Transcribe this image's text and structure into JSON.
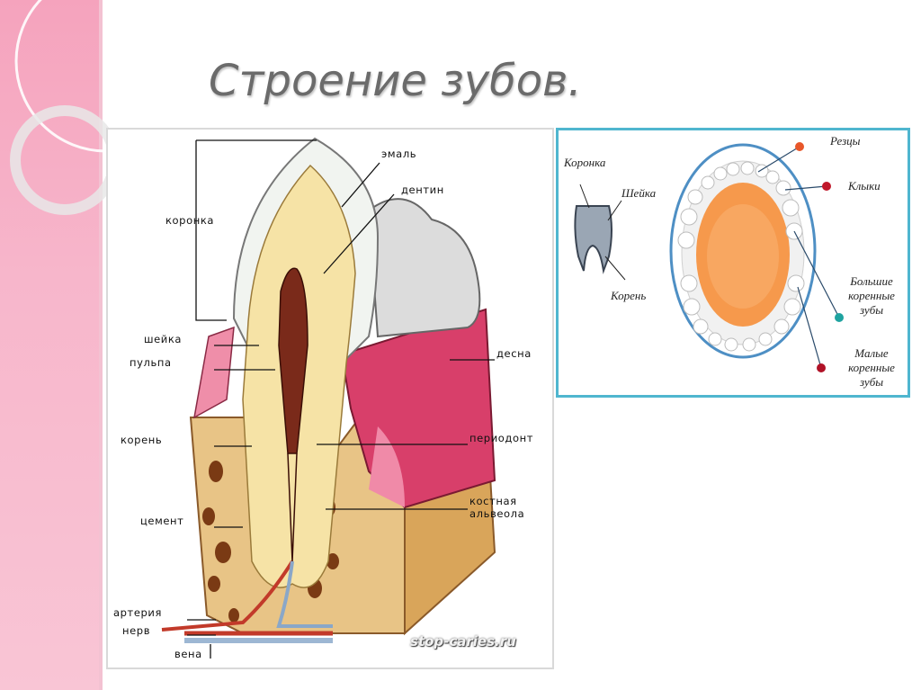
{
  "title": "Строение зубов.",
  "left_diagram": {
    "labels": {
      "crown": "коронка",
      "enamel": "эмаль",
      "dentin": "дентин",
      "neck": "шейка",
      "pulp": "пульпа",
      "gum": "десна",
      "root": "корень",
      "periodont": "периодонт",
      "cement": "цемент",
      "alveola_line1": "костная",
      "alveola_line2": "альвеола",
      "artery": "артерия",
      "nerve": "нерв",
      "vein": "вена"
    },
    "watermark": "stop-caries.ru"
  },
  "right_diagram": {
    "labels": {
      "crown": "Коронка",
      "neck": "Шейка",
      "root": "Корень",
      "incisors": "Резцы",
      "canines": "Клыки",
      "large_molars_1": "Большие",
      "large_molars_2": "коренные",
      "large_molars_3": "зубы",
      "small_molars_1": "Малые",
      "small_molars_2": "коренные",
      "small_molars_3": "зубы"
    },
    "colors": {
      "incisors": "#e8572a",
      "canines": "#c0182b",
      "large_molars": "#1fa3a0",
      "small_molars": "#b01227"
    }
  }
}
